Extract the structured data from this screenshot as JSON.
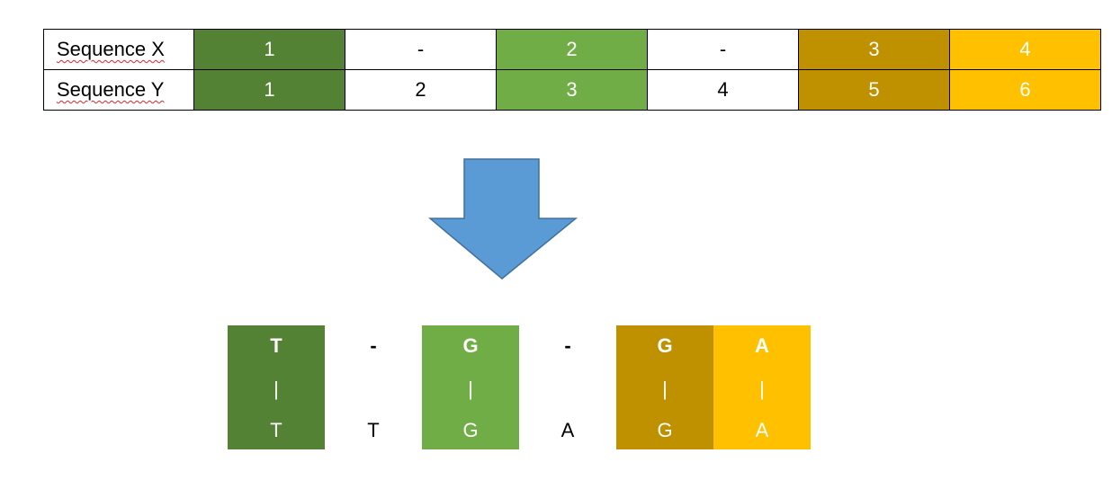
{
  "alignment_table": {
    "rows": [
      {
        "label": "Sequence X",
        "cells": [
          {
            "text": "1",
            "color": "dark-green"
          },
          {
            "text": "-",
            "color": "none"
          },
          {
            "text": "2",
            "color": "light-green"
          },
          {
            "text": "-",
            "color": "none"
          },
          {
            "text": "3",
            "color": "olive"
          },
          {
            "text": "4",
            "color": "gold"
          }
        ]
      },
      {
        "label": "Sequence Y",
        "cells": [
          {
            "text": "1",
            "color": "dark-green"
          },
          {
            "text": "2",
            "color": "none"
          },
          {
            "text": "3",
            "color": "light-green"
          },
          {
            "text": "4",
            "color": "none"
          },
          {
            "text": "5",
            "color": "olive"
          },
          {
            "text": "6",
            "color": "gold"
          }
        ]
      }
    ]
  },
  "arrow": {
    "icon": "down-arrow-icon",
    "color": "#5b9bd5"
  },
  "base_alignment": [
    {
      "top": "T",
      "bar": "|",
      "bottom": "T",
      "color": "dark-green"
    },
    {
      "top": "-",
      "bar": "",
      "bottom": "T",
      "color": "none"
    },
    {
      "top": "G",
      "bar": "|",
      "bottom": "G",
      "color": "light-green"
    },
    {
      "top": "-",
      "bar": "",
      "bottom": "A",
      "color": "none"
    },
    {
      "top": "G",
      "bar": "|",
      "bottom": "G",
      "color": "olive"
    },
    {
      "top": "A",
      "bar": "|",
      "bottom": "A",
      "color": "gold"
    }
  ],
  "colors": {
    "dark-green": "#548235",
    "light-green": "#70ad47",
    "olive": "#bf9000",
    "gold": "#ffc000",
    "none": "#ffffff"
  }
}
